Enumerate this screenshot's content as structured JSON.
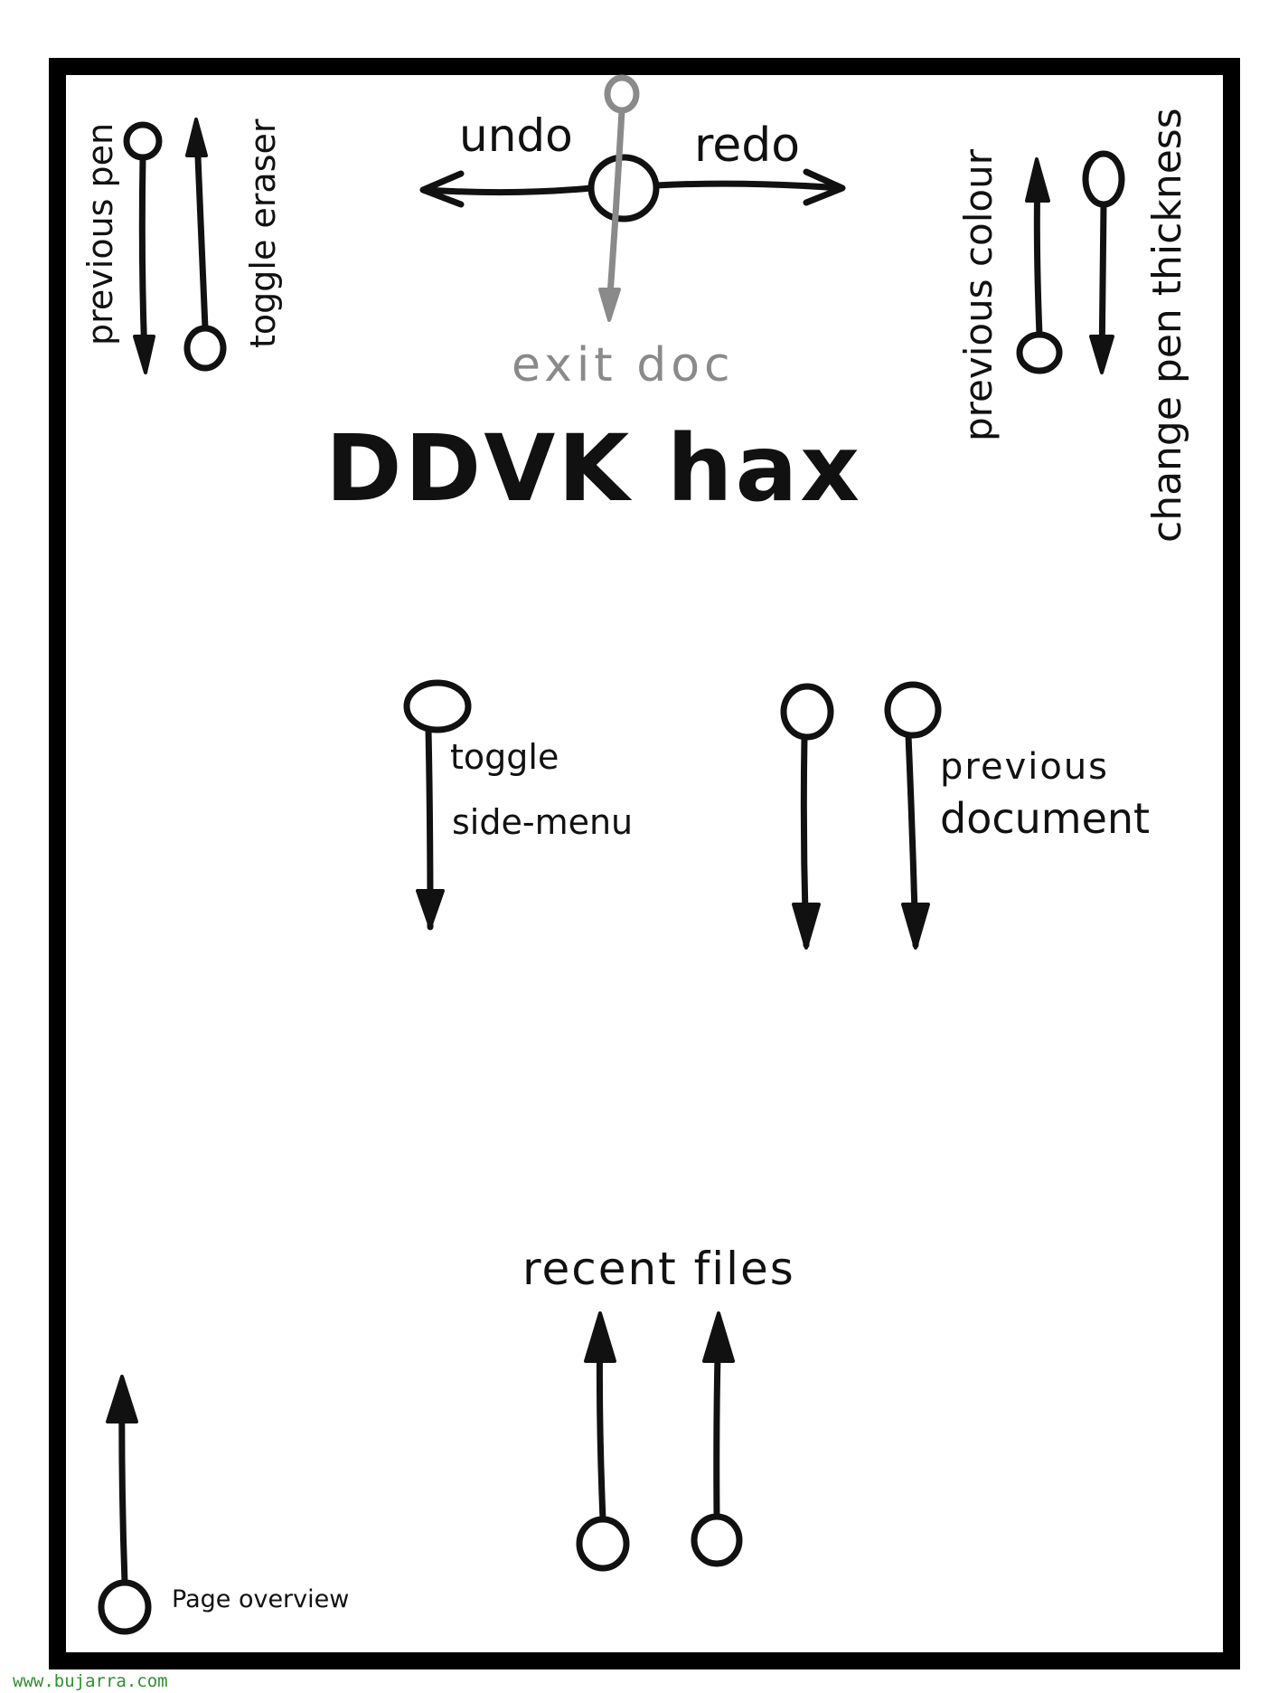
{
  "title": "DDVK hax",
  "gestures": {
    "previous_pen": "previous pen",
    "toggle_eraser": "toggle eraser",
    "undo": "undo",
    "redo": "redo",
    "exit_doc": "exit doc",
    "previous_colour": "previous colour",
    "change_pen_thickness": "change pen thickness",
    "toggle_side_menu_line1": "toggle",
    "toggle_side_menu_line2": "side-menu",
    "previous_document_line1": "previous",
    "previous_document_line2": "document",
    "recent_files": "recent files",
    "page_overview": "Page overview"
  },
  "watermark": "www.bujarra.com",
  "colors": {
    "ink": "#111111",
    "grey_ink": "#8a8a8a",
    "frame": "#000000",
    "watermark": "#2f8f2f"
  }
}
